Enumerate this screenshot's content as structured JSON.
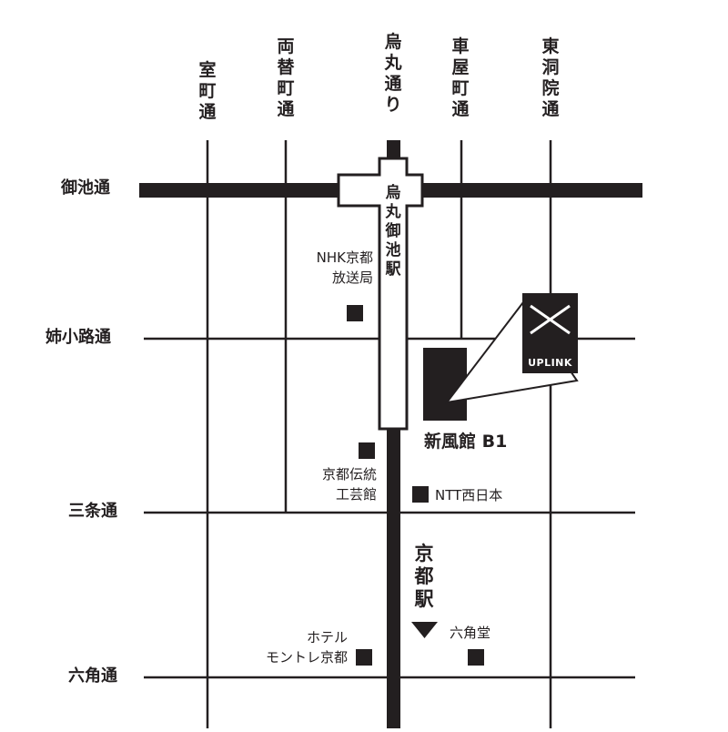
{
  "streets_vertical": [
    {
      "id": "muromachi",
      "label": "室町通"
    },
    {
      "id": "ryogaemachi",
      "label": "両替町通"
    },
    {
      "id": "karasuma",
      "label": "烏丸通り"
    },
    {
      "id": "kurumayamachi",
      "label": "車屋町通"
    },
    {
      "id": "higashinotoin",
      "label": "東洞院通"
    }
  ],
  "streets_horizontal": [
    {
      "id": "oike",
      "label": "御池通"
    },
    {
      "id": "aneyakoji",
      "label": "姉小路通"
    },
    {
      "id": "sanjo",
      "label": "三条通"
    },
    {
      "id": "rokkaku",
      "label": "六角通"
    }
  ],
  "stations": {
    "karasuma_oike": "烏丸御池駅",
    "kyoto": "京都駅"
  },
  "landmarks": {
    "nhk_line1": "NHK京都",
    "nhk_line2": "放送局",
    "crafts_line1": "京都伝統",
    "crafts_line2": "工芸館",
    "ntt": "NTT西日本",
    "hotel_line1": "ホテル",
    "hotel_line2": "モントレ京都",
    "rokkakudo": "六角堂"
  },
  "venue": {
    "building": "新風館 B1",
    "logo_text": "UPLINK"
  },
  "colors": {
    "ink": "#231f20",
    "background": "#ffffff"
  }
}
